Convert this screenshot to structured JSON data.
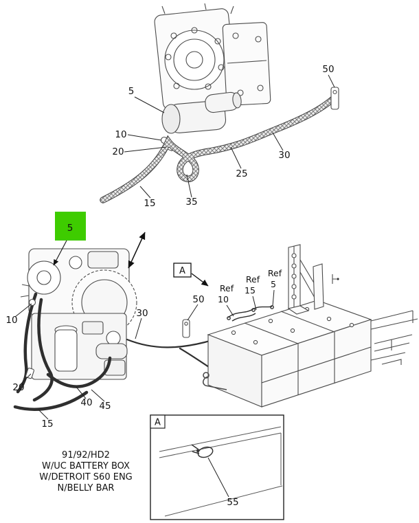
{
  "colors": {
    "highlight_green": "#3ecc00",
    "line": "#4a4a4a"
  },
  "top_view": {
    "callouts": {
      "c5": "5",
      "c10": "10",
      "c20": "20",
      "c15": "15",
      "c35": "35",
      "c25": "25",
      "c30": "30",
      "c50": "50"
    }
  },
  "main_view": {
    "highlight_callout": "5",
    "view_marker": "A",
    "callouts": {
      "c10": "10",
      "c20": "20",
      "c15": "15",
      "c40": "40",
      "c45": "45",
      "c30": "30",
      "c50": "50"
    },
    "ref_labels": {
      "r10": {
        "word": "Ref",
        "num": "10"
      },
      "r15": {
        "word": "Ref",
        "num": "15"
      },
      "r5": {
        "word": "Ref",
        "num": "5"
      }
    }
  },
  "caption": {
    "line1": "91/92/HD2",
    "line2": "W/UC BATTERY BOX",
    "line3": "W/DETROIT S60 ENG",
    "line4": "N/BELLY BAR"
  },
  "detail_view": {
    "marker": "A",
    "callout_55": "55"
  }
}
